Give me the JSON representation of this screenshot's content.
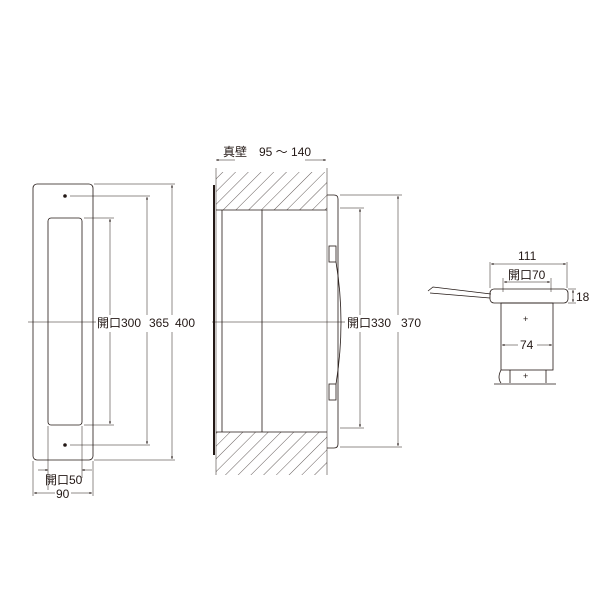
{
  "front_view": {
    "opening_height": "開口300",
    "hole_pitch": "365",
    "height": "400",
    "opening_width": "開口50",
    "width": "90"
  },
  "section_view": {
    "wall_label": "真壁　95 ～ 140",
    "opening_height": "開口330",
    "height": "370"
  },
  "side_view": {
    "width": "111",
    "opening_width": "開口70",
    "thickness": "18",
    "body_width": "74"
  }
}
